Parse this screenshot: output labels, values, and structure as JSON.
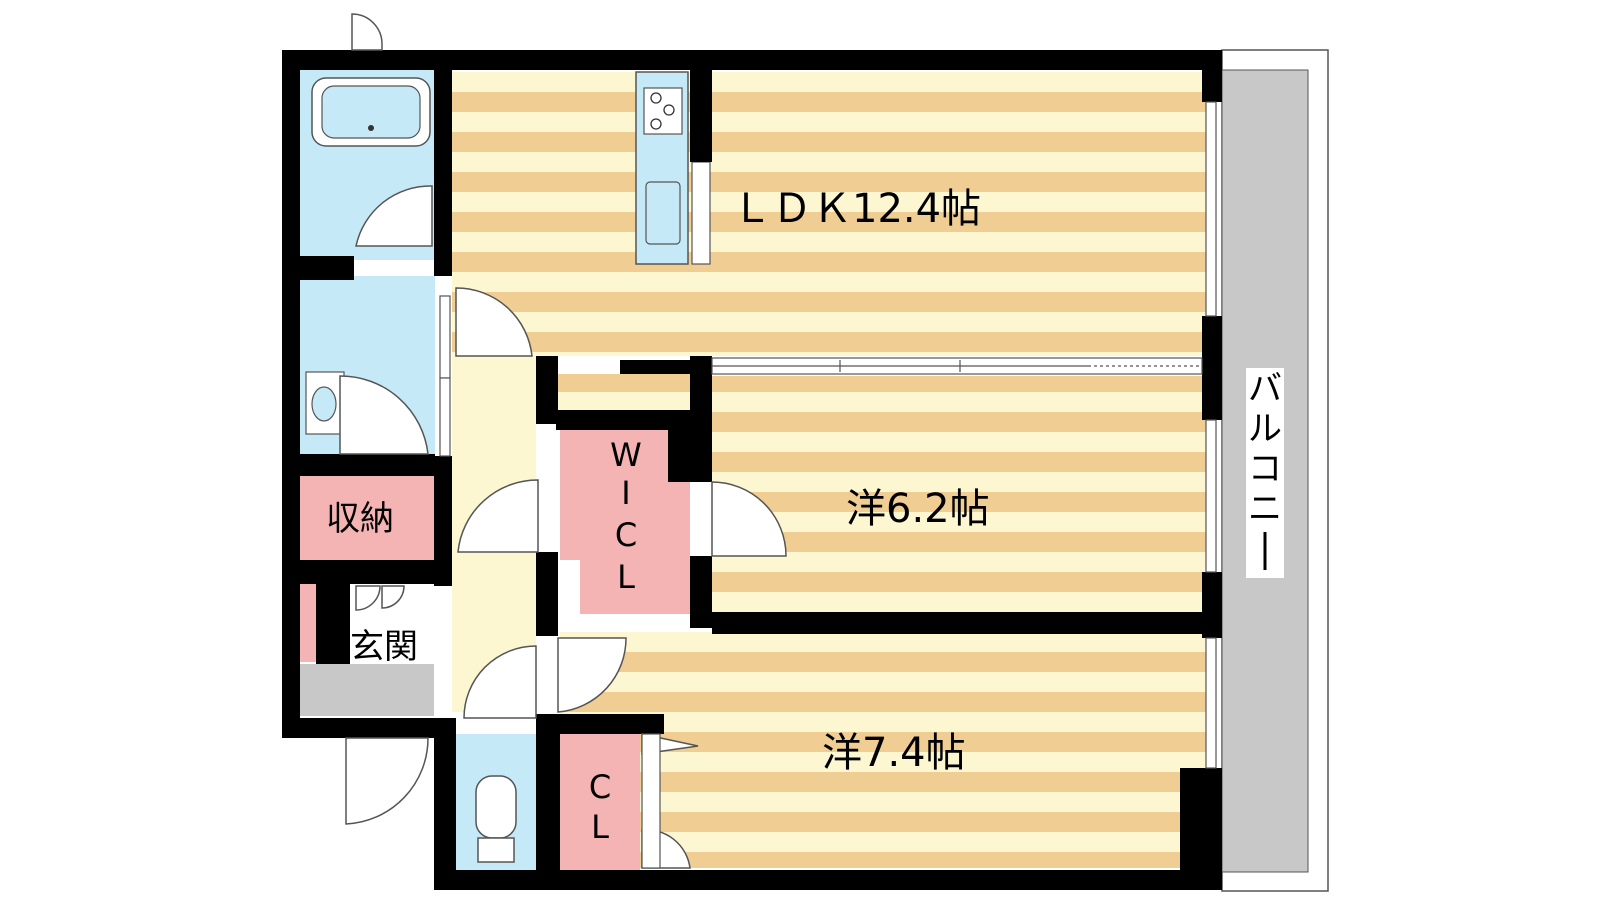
{
  "rooms": {
    "ldk": "ＬＤＫ12.4帖",
    "western1": "洋6.2帖",
    "western2": "洋7.4帖",
    "wic": [
      "W",
      "I",
      "C",
      "L"
    ],
    "cl": [
      "C",
      "L"
    ],
    "storage": "収納",
    "entrance": "玄関",
    "balcony": [
      "バ",
      "ル",
      "コ",
      "ニ",
      "ー"
    ]
  },
  "colors": {
    "wall": "#000000",
    "floor_light": "#fcf7d1",
    "floor_stripe": "#f0cd92",
    "wet_area": "#c6e9f7",
    "closet": "#f5b4b4",
    "balcony": "#c8c8c8",
    "entrance_floor": "#c8c8c8",
    "corridor": "#fcf7d1"
  }
}
